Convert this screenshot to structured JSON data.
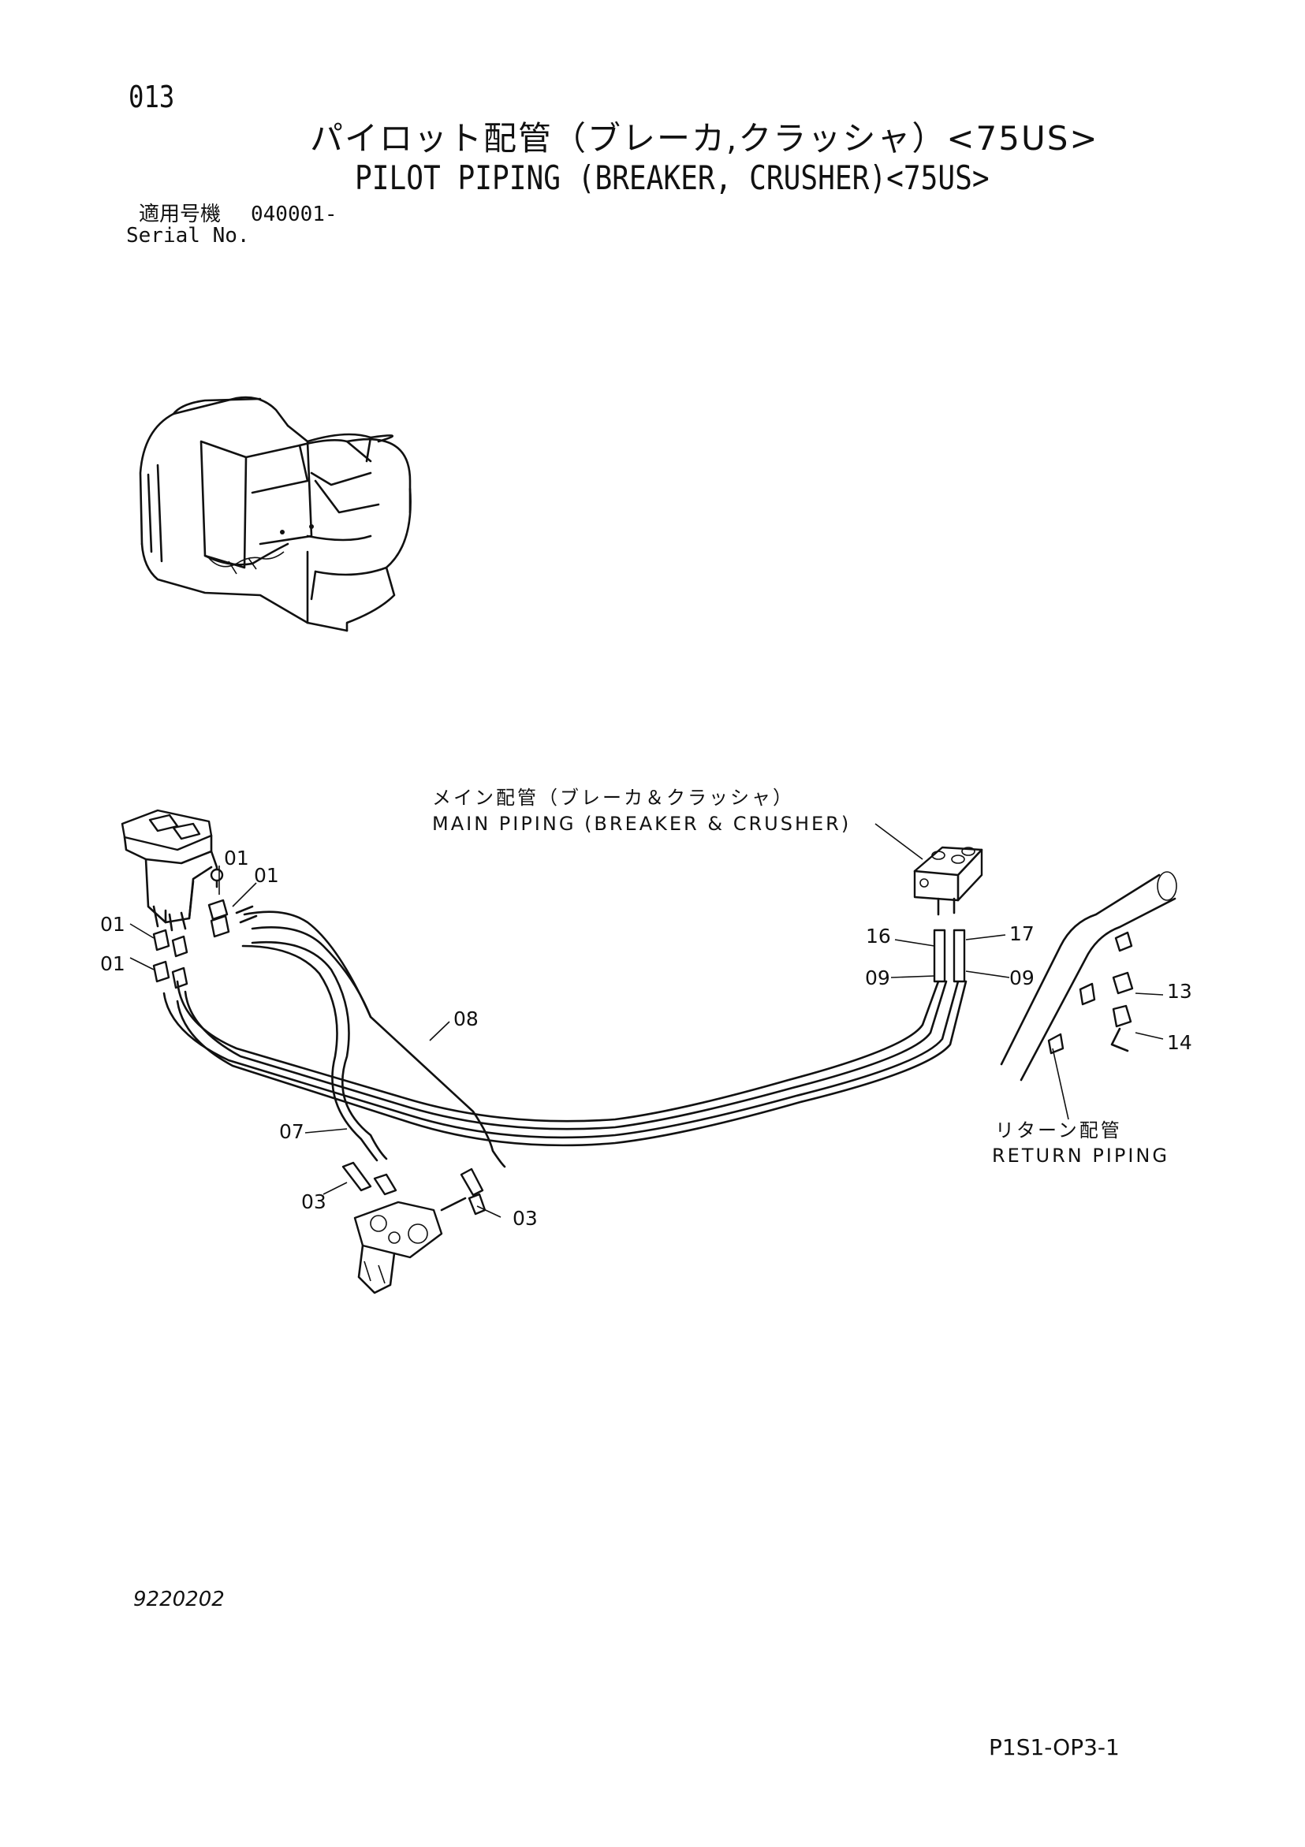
{
  "header": {
    "page_number": "013",
    "title_jp": "パイロット配管（ブレーカ,クラッシャ）<75US>",
    "title_en": "PILOT PIPING (BREAKER, CRUSHER)<75US>",
    "serial_label_jp": "適用号機",
    "serial_value": "040001-",
    "serial_label_en": "Serial No."
  },
  "annotations": {
    "main_piping_jp": "メイン配管（ブレーカ＆クラッシャ）",
    "main_piping_en": "MAIN PIPING (BREAKER & CRUSHER)",
    "return_piping_jp": "リターン配管",
    "return_piping_en": "RETURN PIPING"
  },
  "part_labels": [
    "01",
    "01",
    "01",
    "01",
    "03",
    "03",
    "07",
    "08",
    "09",
    "09",
    "13",
    "14",
    "16",
    "17"
  ],
  "footer": {
    "drawing_code": "9220202",
    "sheet_id": "P1S1-OP3-1"
  }
}
